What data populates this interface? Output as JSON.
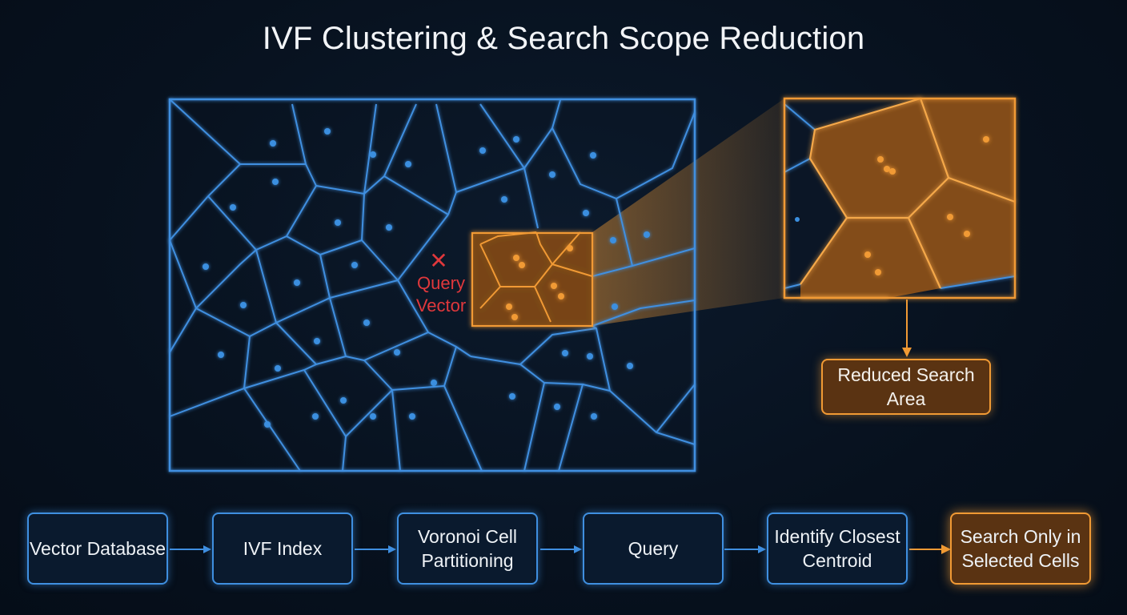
{
  "title": "IVF Clustering & Search Scope Reduction",
  "query": {
    "marker": "✕",
    "label_line1": "Query",
    "label_line2": "Vector"
  },
  "callout": {
    "label": "Reduced Search Area"
  },
  "flow": {
    "steps": [
      {
        "label": "Vector Database",
        "highlight": false
      },
      {
        "label": "IVF Index",
        "highlight": false
      },
      {
        "label": "Voronoi Cell Partitioning",
        "highlight": false
      },
      {
        "label": "Query",
        "highlight": false
      },
      {
        "label": "Identify Closest Centroid",
        "highlight": false
      },
      {
        "label": "Search Only in Selected Cells",
        "highlight": true
      }
    ]
  },
  "colors": {
    "background": "#07111e",
    "cell_stroke": "#3f8fe0",
    "centroid": "#3b8fe0",
    "highlight": "#f19a34",
    "highlight_fill": "#8a4f18",
    "query": "#e0383c",
    "text": "#eef2f6"
  }
}
